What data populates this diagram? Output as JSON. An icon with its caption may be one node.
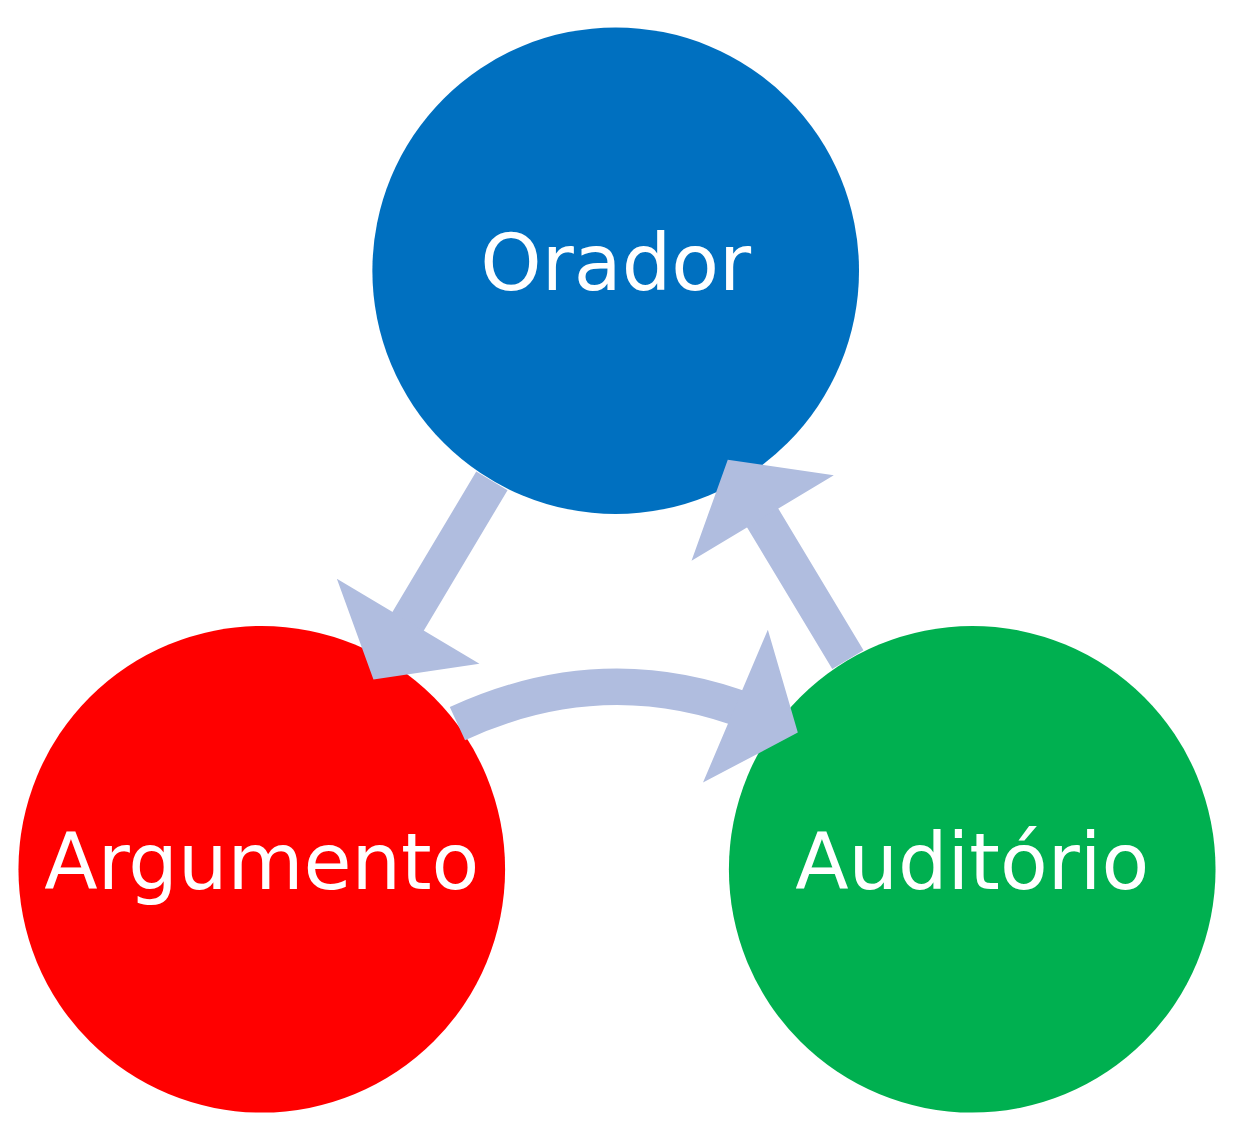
{
  "diagram": {
    "nodes": [
      {
        "text": [
          "Orador"
        ]
      },
      {
        "text": [
          "Auditório"
        ]
      },
      {
        "text": [
          "Argumento"
        ]
      }
    ],
    "edges": [
      {
        "from": 0,
        "to": 2,
        "arrow": "to"
      },
      {
        "from": 2,
        "to": 1,
        "arrow": "to"
      },
      {
        "from": 1,
        "to": 0,
        "arrow": "to"
      }
    ]
  }
}
